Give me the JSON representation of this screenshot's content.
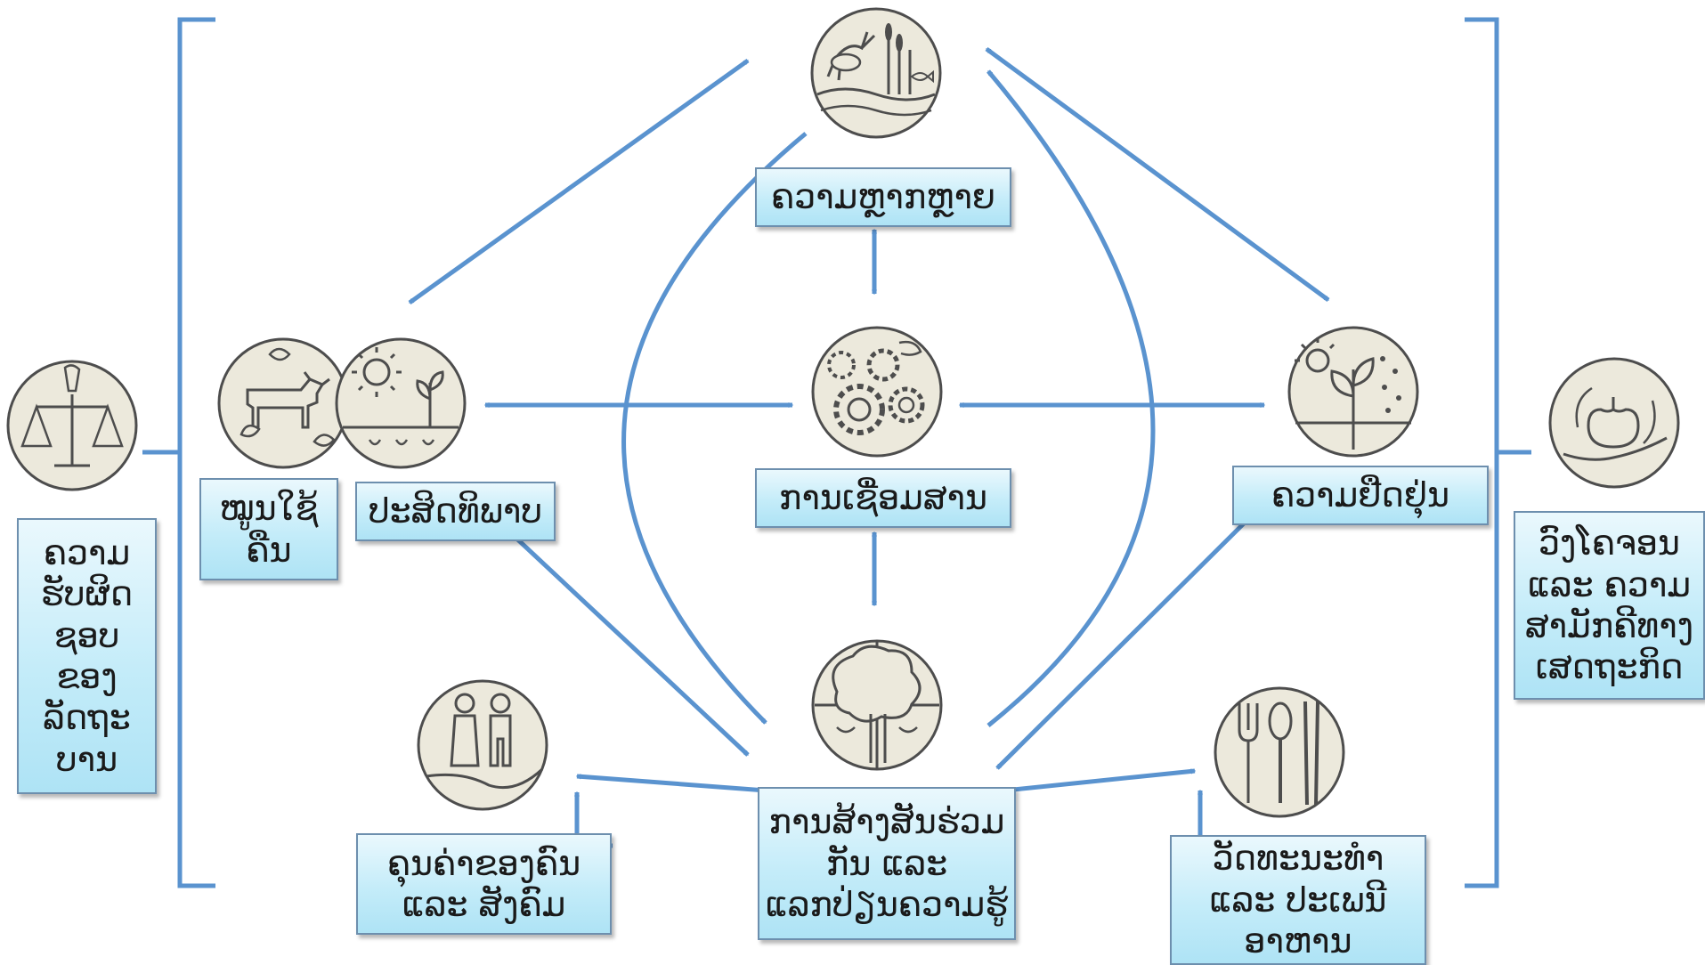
{
  "colors": {
    "arrow": "#5a93cf",
    "bracket": "#5a93cf",
    "box_border": "#6d8fae",
    "icon_fill": "#ece9dc",
    "icon_stroke": "#4d4d4d"
  },
  "nodes": {
    "diversity": {
      "label": "ຄວາມຫຼາກຫຼາຍ",
      "icon": "deer-plants-fish-icon"
    },
    "synergy": {
      "label": "ການເຊື່ອມສານ",
      "icon": "gears-icon"
    },
    "co_creation": {
      "label": "ການສ້າງສັນຮ່ວມ ກັນ ແລະ ແລກປ່ຽນຄວາມຮູ້",
      "icon": "tree-quadrants-icon"
    },
    "recycling": {
      "label": "ໝູນໃຊ້ຄືນ",
      "icon": "cow-leaves-cycle-icon"
    },
    "efficiency": {
      "label": "ປະສິດທິພາບ",
      "icon": "sun-seedlings-icon"
    },
    "resilience": {
      "label": "ຄວາມຢືດຢຸ່ນ",
      "icon": "plant-sun-rain-icon"
    },
    "human_social_values": {
      "label": "ຄຸນຄ່າຂອງຄົນ ແລະ ສັງຄົມ",
      "icon": "couple-in-hand-icon"
    },
    "culture_food_traditions": {
      "label": "ວັດທະນະທຳ ແລະ ປະເພນີອາຫານ",
      "icon": "fork-spoon-chopsticks-icon"
    },
    "responsible_governance": {
      "label": "ຄວາມ ຮັບຜິດ ຊອບ ຂອງ ລັດຖະ ບານ",
      "icon": "balance-scale-icon"
    },
    "circular_solidarity_economy": {
      "label": "ວົງໂຄຈອນ ແລະ ຄວາມສາມັກຄີທາງ ເສດຖະກິດ",
      "icon": "hand-apple-cycle-icon"
    }
  }
}
